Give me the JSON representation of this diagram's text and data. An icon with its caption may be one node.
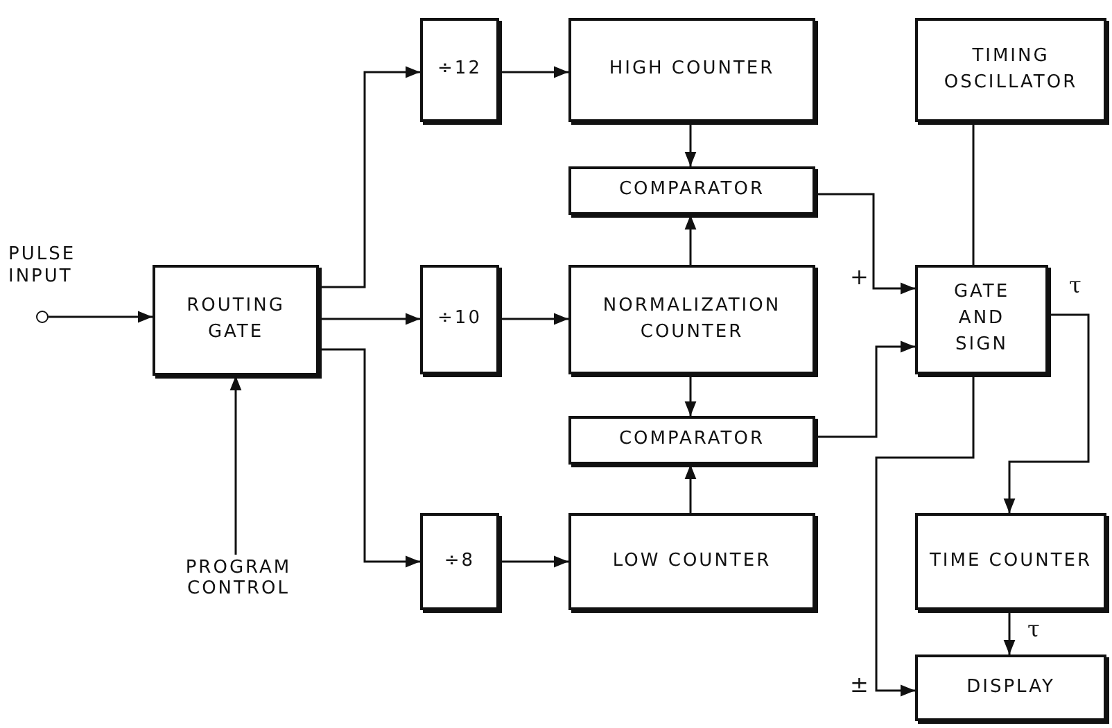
{
  "diagram": {
    "nodes": [
      {
        "text": [],
        "shape": "circle",
        "beside": [
          "PULSE INPUT"
        ]
      },
      {
        "text": [
          "ROUTING GATE"
        ]
      },
      {
        "text": [
          "PROGRAM CONTROL"
        ]
      },
      {
        "text": [
          "÷12"
        ]
      },
      {
        "text": [
          "÷10"
        ]
      },
      {
        "text": [
          "÷8"
        ]
      },
      {
        "text": [
          "HIGH COUNTER"
        ]
      },
      {
        "text": [
          "COMPARATOR"
        ]
      },
      {
        "text": [
          "NORMALIZATION COUNTER"
        ]
      },
      {
        "text": [
          "COMPARATOR"
        ]
      },
      {
        "text": [
          "LOW COUNTER"
        ]
      },
      {
        "text": [
          "TIMING OSCILLATOR"
        ]
      },
      {
        "text": [
          "GATE AND SIGN"
        ]
      },
      {
        "text": [
          "TIME COUNTER"
        ]
      },
      {
        "text": [
          "DISPLAY"
        ]
      }
    ],
    "edges": [
      {
        "from": 0,
        "to": 1,
        "arrow": "to"
      },
      {
        "from": 2,
        "to": 1,
        "arrow": "to"
      },
      {
        "from": 1,
        "to": 3,
        "arrow": "to"
      },
      {
        "from": 1,
        "to": 4,
        "arrow": "to"
      },
      {
        "from": 1,
        "to": 5,
        "arrow": "to"
      },
      {
        "from": 3,
        "to": 6,
        "arrow": "to"
      },
      {
        "from": 4,
        "to": 8,
        "arrow": "to"
      },
      {
        "from": 5,
        "to": 10,
        "arrow": "to"
      },
      {
        "from": 6,
        "to": 7,
        "arrow": "to"
      },
      {
        "from": 8,
        "to": 7,
        "arrow": "to"
      },
      {
        "from": 8,
        "to": 9,
        "arrow": "to"
      },
      {
        "from": 10,
        "to": 9,
        "arrow": "to"
      },
      {
        "from": 7,
        "to": 12,
        "arrow": "to",
        "label": "+"
      },
      {
        "from": 9,
        "to": 12,
        "arrow": "to"
      },
      {
        "from": 11,
        "to": 12,
        "arrow": "none"
      },
      {
        "from": 12,
        "to": 13,
        "arrow": "to",
        "label": "τ"
      },
      {
        "from": 13,
        "to": 14,
        "arrow": "to",
        "label": "τ"
      },
      {
        "from": 12,
        "to": 14,
        "arrow": "to",
        "label": "±"
      }
    ]
  }
}
